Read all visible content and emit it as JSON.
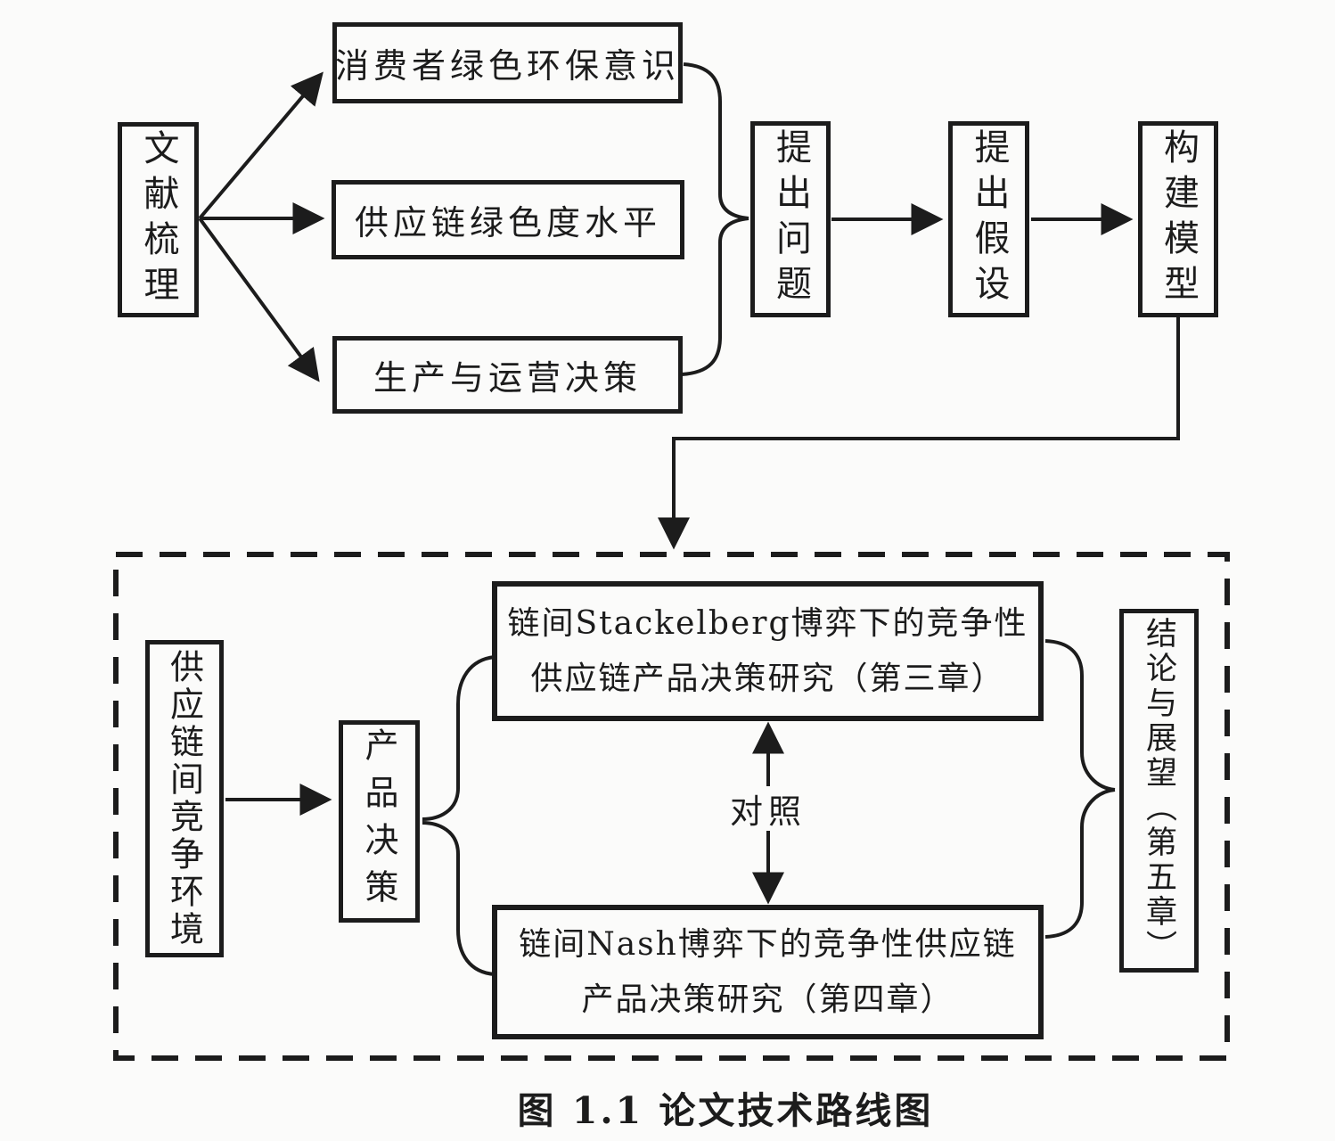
{
  "colors": {
    "stroke": "#1c1c1c",
    "background": "#fbfbfa"
  },
  "caption": "图 1.1 论文技术路线图",
  "top_flow": {
    "literature": "文献梳理",
    "topics": [
      "消费者绿色环保意识",
      "供应链绿色度水平",
      "生产与运营决策"
    ],
    "question": "提出问题",
    "hypothesis": "提出假设",
    "model": "构建模型"
  },
  "bottom_flow": {
    "environment": "供应链间竞争环境",
    "product_decision": "产品决策",
    "stackelberg": {
      "line1": "链间Stackelberg博弈下的竞争性",
      "line2": "供应链产品决策研究（第三章）"
    },
    "nash": {
      "line1": "链间Nash博弈下的竞争性供应链",
      "line2": "产品决策研究（第四章）"
    },
    "contrast_label": "对照",
    "conclusion": "结论与展望（第五章）"
  }
}
